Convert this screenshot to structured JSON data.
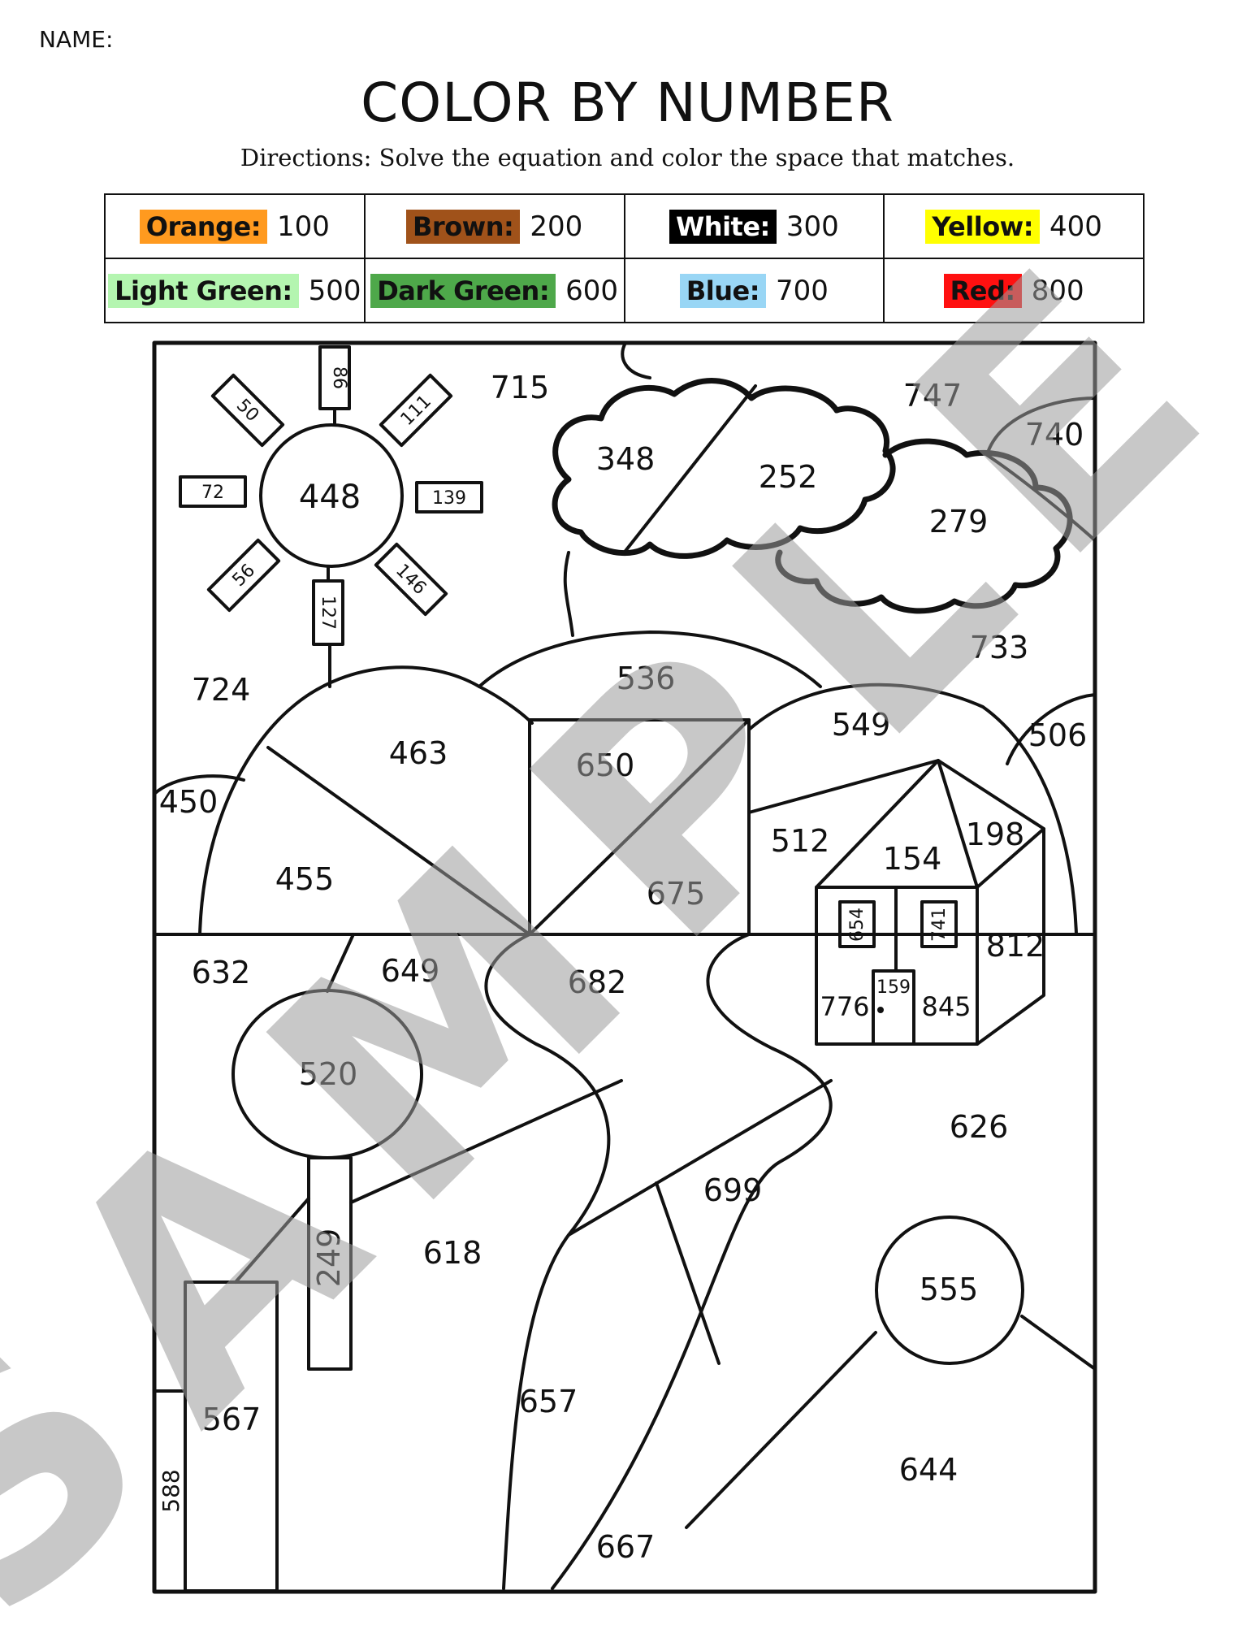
{
  "header": {
    "name_label": "NAME:",
    "title": "COLOR BY NUMBER",
    "directions": "Directions: Solve the equation and color the space that matches."
  },
  "key": [
    {
      "color": "Orange:",
      "value": "100",
      "hex": "#ff9a1f",
      "text": "#111111"
    },
    {
      "color": "Brown:",
      "value": "200",
      "hex": "#a0521a",
      "text": "#111111"
    },
    {
      "color": "White:",
      "value": "300",
      "hex": "#000000",
      "text": "#ffffff"
    },
    {
      "color": "Yellow:",
      "value": "400",
      "hex": "#ffff00",
      "text": "#111111"
    },
    {
      "color": "Light Green:",
      "value": "500",
      "hex": "#b4f5b0",
      "text": "#111111"
    },
    {
      "color": "Dark Green:",
      "value": "600",
      "hex": "#4ea84a",
      "text": "#111111"
    },
    {
      "color": "Blue:",
      "value": "700",
      "hex": "#99d6f5",
      "text": "#111111"
    },
    {
      "color": "Red:",
      "value": "800",
      "hex": "#ff1010",
      "text": "#111111"
    }
  ],
  "regions": {
    "sky_top": "715",
    "sky_right": "747",
    "small_cloud": "740",
    "sky_left": "724",
    "sky_mid": "733",
    "sun": "448",
    "ray_top": "86",
    "ray_top_left": "50",
    "ray_top_right": "111",
    "ray_left": "72",
    "ray_right": "139",
    "ray_bottom_left": "56",
    "ray_bottom_right": "146",
    "ray_bottom": "127",
    "cloud_left": "348",
    "cloud_mid": "252",
    "cloud_right": "279",
    "hill_back": "536",
    "hill_right": "549",
    "hill_far_right": "506",
    "hill_left_top": "463",
    "hill_left_bottom": "455",
    "hill_small_left": "450",
    "field_top": "650",
    "field_bottom": "675",
    "field_right": "512",
    "roof": "154",
    "roof_side": "198",
    "house_side": "812",
    "window_left": "654",
    "window_right": "741",
    "door": "159",
    "wall_left": "776",
    "wall_right": "845",
    "ground_left": "632",
    "ground_mid_left": "649",
    "path_top": "682",
    "ground_right": "626",
    "tree_top": "520",
    "tree_trunk": "249",
    "ground_mid": "618",
    "path_mid": "699",
    "bush": "555",
    "ground_bottom_right": "644",
    "path_lower": "657",
    "path_bottom": "667",
    "building": "567",
    "building_side": "588"
  },
  "watermark": "SAMPLE"
}
